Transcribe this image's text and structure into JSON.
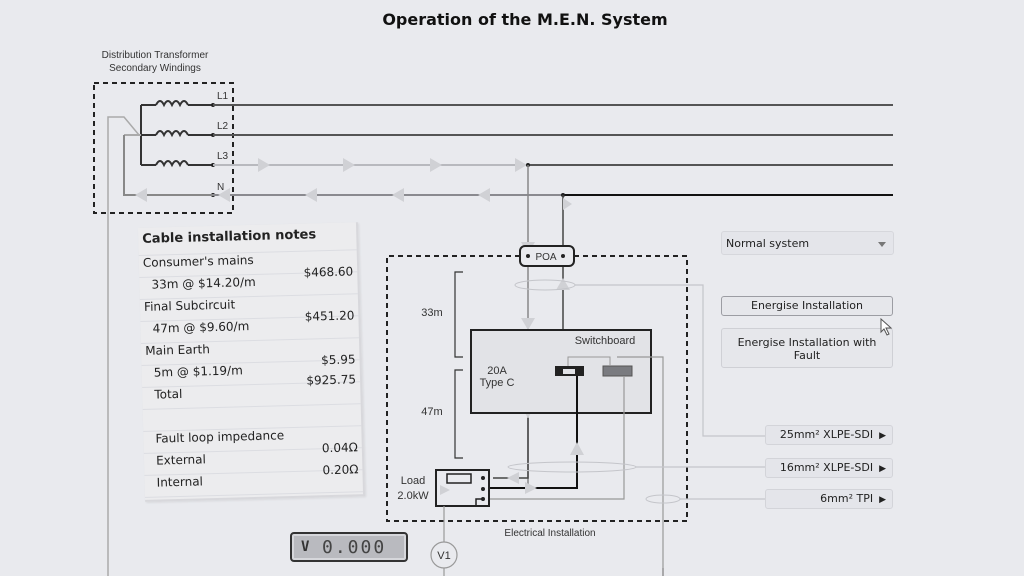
{
  "title": "Operation of the M.E.N. System",
  "transformer": {
    "label_line1": "Distribution Transformer",
    "label_line2": "Secondary Windings",
    "terminals": [
      "L1",
      "L2",
      "L3",
      "N"
    ]
  },
  "installation": {
    "poa_label": "POA",
    "length_consumer_mains": "33m",
    "length_final_subcircuit": "47m",
    "switchboard_label": "Switchboard",
    "breaker_rating": "20A",
    "breaker_type": "Type C",
    "load_label": "Load",
    "load_power": "2.0kW",
    "installation_label": "Electrical Installation",
    "voltmeter_label": "V1"
  },
  "notes": {
    "title": "Cable installation notes",
    "rows": [
      {
        "label": "Consumer's mains",
        "value": "",
        "indent": false
      },
      {
        "label": "33m @ $14.20/m",
        "value": "$468.60",
        "indent": true
      },
      {
        "label": "Final Subcircuit",
        "value": "",
        "indent": false
      },
      {
        "label": "47m @ $9.60/m",
        "value": "$451.20",
        "indent": true
      },
      {
        "label": "Main Earth",
        "value": "",
        "indent": false
      },
      {
        "label": "5m @ $1.19/m",
        "value": "$5.95",
        "indent": true
      },
      {
        "label": "Total",
        "value": "$925.75",
        "indent": true
      }
    ],
    "fault_title": "Fault loop impedance",
    "fault_rows": [
      {
        "label": "External",
        "value": "0.04Ω"
      },
      {
        "label": "Internal",
        "value": "0.20Ω"
      }
    ]
  },
  "controls": {
    "system_select": "Normal system",
    "energise_button": "Energise Installation",
    "energise_fault_line1": "Energise Installation with",
    "energise_fault_line2": "Fault"
  },
  "cables": [
    {
      "label": "25mm² XLPE-SDI",
      "arrow": "▶"
    },
    {
      "label": "16mm² XLPE-SDI",
      "arrow": "▶"
    },
    {
      "label": "6mm² TPI",
      "arrow": "▶"
    }
  ],
  "meter": {
    "unit": "V",
    "value": "0.000"
  },
  "colors": {
    "background": "#e9eaee",
    "conductor_dark": "#222222",
    "conductor_grey": "#8a8a8f",
    "conductor_light": "#b4b5ba",
    "current_arrow": "#cfd0d4"
  }
}
